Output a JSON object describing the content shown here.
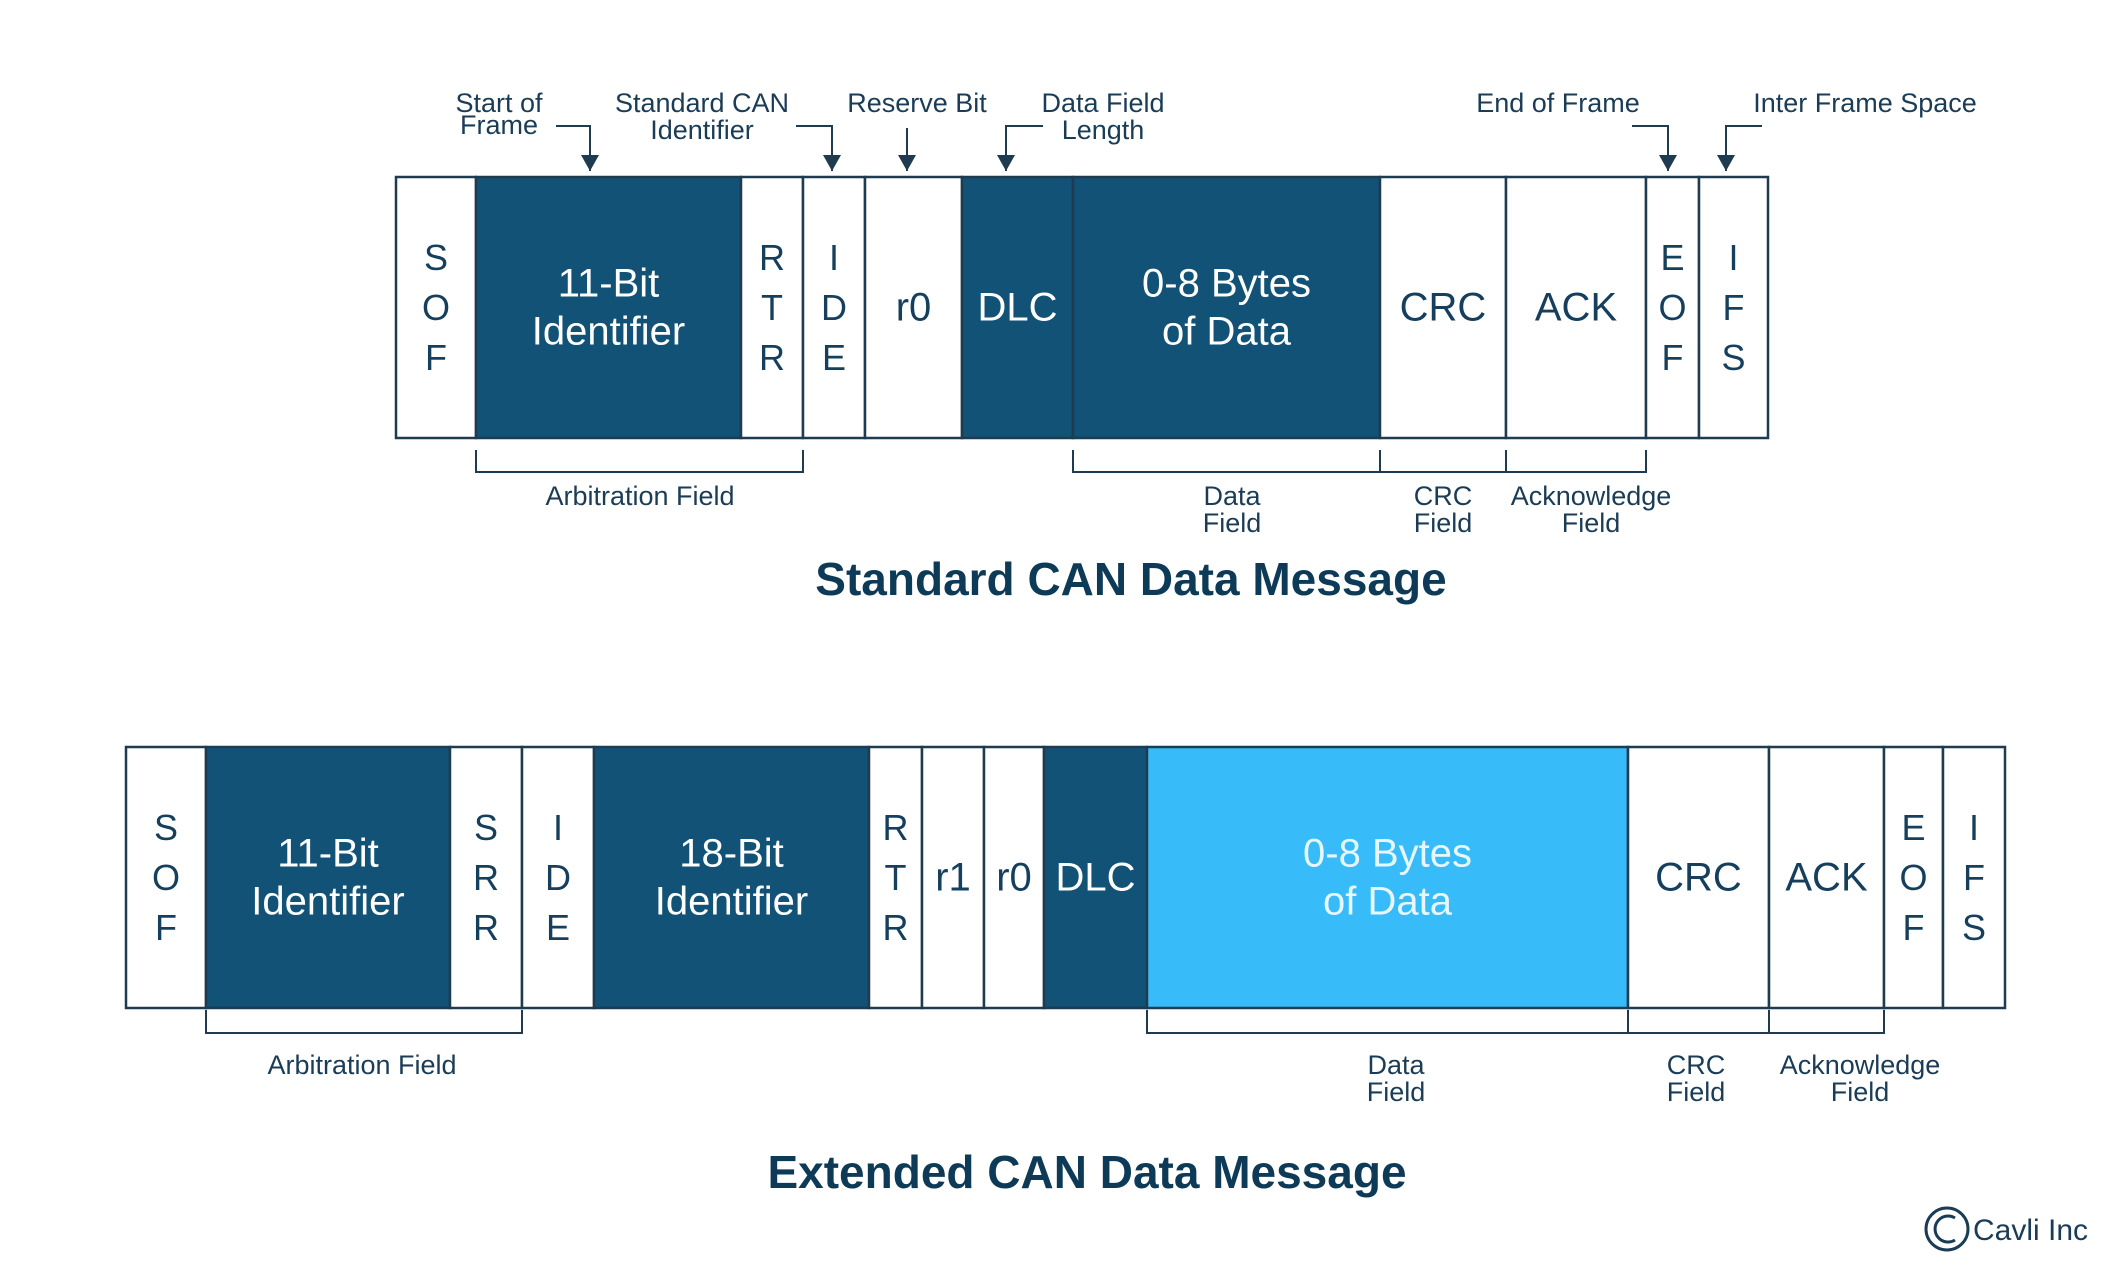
{
  "colors": {
    "dark": "#125277",
    "bright": "#38bcf9",
    "white": "#ffffff",
    "border": "#1e3b50",
    "text": "#153f5c",
    "title": "#0d3a57"
  },
  "standard": {
    "title": "Standard CAN Data Message",
    "cells": [
      {
        "id": "sof",
        "lines": [
          "S",
          "O",
          "F"
        ],
        "fill": "white"
      },
      {
        "id": "identifier-11",
        "lines": [
          "11-Bit",
          "Identifier"
        ],
        "fill": "dark"
      },
      {
        "id": "rtr",
        "lines": [
          "R",
          "T",
          "R"
        ],
        "fill": "white"
      },
      {
        "id": "ide",
        "lines": [
          "I",
          "D",
          "E"
        ],
        "fill": "white"
      },
      {
        "id": "r0",
        "lines": [
          "r0"
        ],
        "fill": "white"
      },
      {
        "id": "dlc",
        "lines": [
          "DLC"
        ],
        "fill": "dark"
      },
      {
        "id": "data",
        "lines": [
          "0-8 Bytes",
          "of Data"
        ],
        "fill": "dark"
      },
      {
        "id": "crc",
        "lines": [
          "CRC"
        ],
        "fill": "white"
      },
      {
        "id": "ack",
        "lines": [
          "ACK"
        ],
        "fill": "white"
      },
      {
        "id": "eof",
        "lines": [
          "E",
          "O",
          "F"
        ],
        "fill": "white"
      },
      {
        "id": "ifs",
        "lines": [
          "I",
          "F",
          "S"
        ],
        "fill": "white"
      }
    ],
    "top_labels": [
      {
        "id": "start-of-frame",
        "lines": [
          "Start of",
          "Frame"
        ]
      },
      {
        "id": "standard-can-identifier",
        "lines": [
          "Standard CAN",
          "Identifier"
        ]
      },
      {
        "id": "reserve-bit",
        "lines": [
          "Reserve Bit"
        ]
      },
      {
        "id": "data-field-length",
        "lines": [
          "Data Field",
          "Length"
        ]
      },
      {
        "id": "end-of-frame",
        "lines": [
          "End of Frame"
        ]
      },
      {
        "id": "inter-frame-space",
        "lines": [
          "Inter Frame Space"
        ]
      }
    ],
    "groups": [
      {
        "id": "arbitration-field",
        "lines": [
          "Arbitration Field"
        ]
      },
      {
        "id": "data-field",
        "lines": [
          "Data",
          "Field"
        ]
      },
      {
        "id": "crc-field",
        "lines": [
          "CRC",
          "Field"
        ]
      },
      {
        "id": "acknowledge-field",
        "lines": [
          "Acknowledge",
          "Field"
        ]
      }
    ]
  },
  "extended": {
    "title": "Extended CAN Data Message",
    "cells": [
      {
        "id": "sof",
        "lines": [
          "S",
          "O",
          "F"
        ],
        "fill": "white"
      },
      {
        "id": "identifier-11",
        "lines": [
          "11-Bit",
          "Identifier"
        ],
        "fill": "dark"
      },
      {
        "id": "srr",
        "lines": [
          "S",
          "R",
          "R"
        ],
        "fill": "white"
      },
      {
        "id": "ide",
        "lines": [
          "I",
          "D",
          "E"
        ],
        "fill": "white"
      },
      {
        "id": "identifier-18",
        "lines": [
          "18-Bit",
          "Identifier"
        ],
        "fill": "dark"
      },
      {
        "id": "rtr",
        "lines": [
          "R",
          "T",
          "R"
        ],
        "fill": "white"
      },
      {
        "id": "r1",
        "lines": [
          "r1"
        ],
        "fill": "white"
      },
      {
        "id": "r0",
        "lines": [
          "r0"
        ],
        "fill": "white"
      },
      {
        "id": "dlc",
        "lines": [
          "DLC"
        ],
        "fill": "dark"
      },
      {
        "id": "data",
        "lines": [
          "0-8 Bytes",
          "of Data"
        ],
        "fill": "bright"
      },
      {
        "id": "crc",
        "lines": [
          "CRC"
        ],
        "fill": "white"
      },
      {
        "id": "ack",
        "lines": [
          "ACK"
        ],
        "fill": "white"
      },
      {
        "id": "eof",
        "lines": [
          "E",
          "O",
          "F"
        ],
        "fill": "white"
      },
      {
        "id": "ifs",
        "lines": [
          "I",
          "F",
          "S"
        ],
        "fill": "white"
      }
    ],
    "groups": [
      {
        "id": "arbitration-field",
        "lines": [
          "Arbitration Field"
        ]
      },
      {
        "id": "data-field",
        "lines": [
          "Data",
          "Field"
        ]
      },
      {
        "id": "crc-field",
        "lines": [
          "CRC",
          "Field"
        ]
      },
      {
        "id": "acknowledge-field",
        "lines": [
          "Acknowledge",
          "Field"
        ]
      }
    ]
  },
  "brand": {
    "name": "Cavli Inc",
    "icon": "copyright-circle-icon"
  }
}
